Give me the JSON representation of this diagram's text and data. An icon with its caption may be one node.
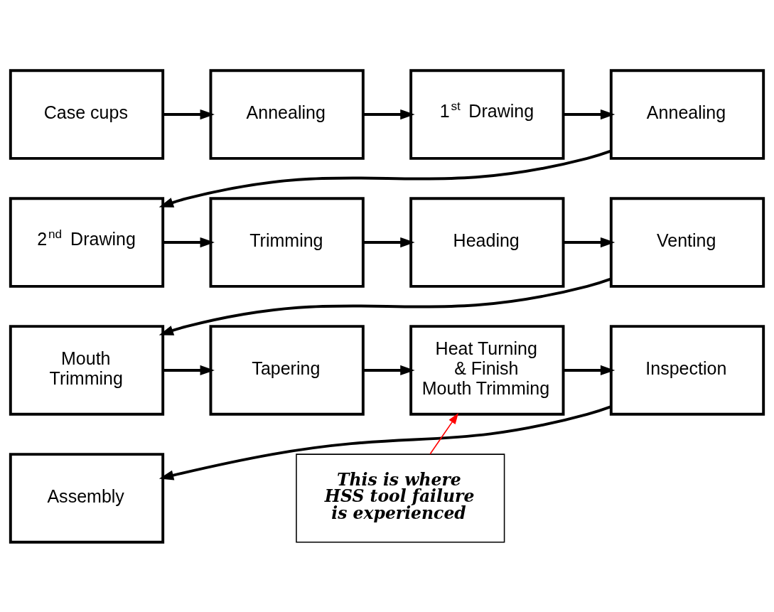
{
  "diagram": {
    "nodes": [
      {
        "text": [
          "Case cups"
        ]
      },
      {
        "text": [
          "Annealing"
        ]
      },
      {
        "text": [
          "1$^{st}$ Drawing"
        ]
      },
      {
        "text": [
          "Annealing"
        ]
      },
      {
        "text": [
          "2$^{nd}$ Drawing"
        ]
      },
      {
        "text": [
          "Trimming"
        ]
      },
      {
        "text": [
          "Heading"
        ]
      },
      {
        "text": [
          "Venting"
        ]
      },
      {
        "text": [
          "Mouth Trimming"
        ]
      },
      {
        "text": [
          "Tapering"
        ]
      },
      {
        "text": [
          "Heat Turning & Finish Mouth Trimming"
        ]
      },
      {
        "text": [
          "Inspection"
        ]
      },
      {
        "text": [
          "Assembly"
        ]
      },
      {
        "text": [
          "This is where HSS tool failure is experienced"
        ]
      }
    ],
    "edges": [
      {
        "from": 0,
        "to": 1,
        "arrow": "to"
      },
      {
        "from": 1,
        "to": 2,
        "arrow": "to"
      },
      {
        "from": 2,
        "to": 3,
        "arrow": "to"
      },
      {
        "from": 3,
        "to": 4,
        "arrow": "to"
      },
      {
        "from": 4,
        "to": 5,
        "arrow": "to"
      },
      {
        "from": 5,
        "to": 6,
        "arrow": "to"
      },
      {
        "from": 6,
        "to": 7,
        "arrow": "to"
      },
      {
        "from": 7,
        "to": 8,
        "arrow": "to"
      },
      {
        "from": 8,
        "to": 9,
        "arrow": "to"
      },
      {
        "from": 9,
        "to": 10,
        "arrow": "to"
      },
      {
        "from": 10,
        "to": 11,
        "arrow": "to"
      },
      {
        "from": 11,
        "to": 12,
        "arrow": "to"
      },
      {
        "from": 13,
        "to": 10,
        "arrow": "to",
        "color": "#ff0000"
      }
    ]
  }
}
